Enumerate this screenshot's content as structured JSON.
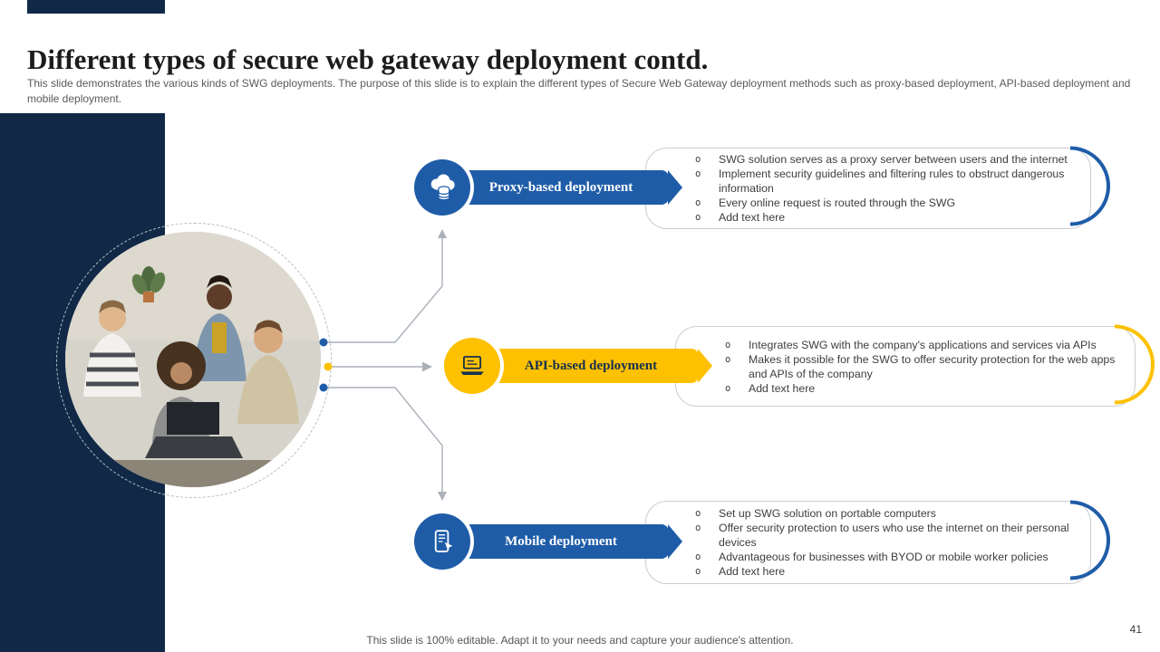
{
  "slide": {
    "title": "Different types of secure web gateway deployment contd.",
    "description": "This slide demonstrates the various kinds of SWG deployments. The purpose of this slide is to explain the different types of Secure Web Gateway deployment methods such as proxy-based deployment, API-based deployment and mobile deployment.",
    "footer_note": "This slide is 100% editable. Adapt it to your needs and capture your audience's attention.",
    "page_number": "41"
  },
  "ui": {
    "bullet_marker": "o"
  },
  "colors": {
    "navy": "#112947",
    "blue": "#1f5ca8",
    "yellow": "#fdc101",
    "line": "#aab1b8"
  },
  "items": [
    {
      "id": "proxy",
      "label": "Proxy-based deployment",
      "icon": "cloud-database-icon",
      "accent": "#1f5ca8",
      "bullets": [
        "SWG solution serves as a proxy server between users and the internet",
        "Implement security guidelines and filtering rules to obstruct dangerous information",
        "Every online request is routed through the SWG",
        "Add text here"
      ]
    },
    {
      "id": "api",
      "label": "API-based deployment",
      "icon": "laptop-icon",
      "accent": "#fdc101",
      "bullets": [
        "Integrates SWG with the company's applications and services via APIs",
        "Makes it possible for the SWG to offer security protection for the web apps and APIs of the company",
        "Add text here"
      ]
    },
    {
      "id": "mobile",
      "label": "Mobile deployment",
      "icon": "mobile-device-icon",
      "accent": "#1f5ca8",
      "bullets": [
        "Set up SWG solution on portable computers",
        "Offer security protection to users who use the internet on their personal devices",
        "Advantageous for businesses with BYOD or mobile worker policies",
        "Add text here"
      ]
    }
  ]
}
